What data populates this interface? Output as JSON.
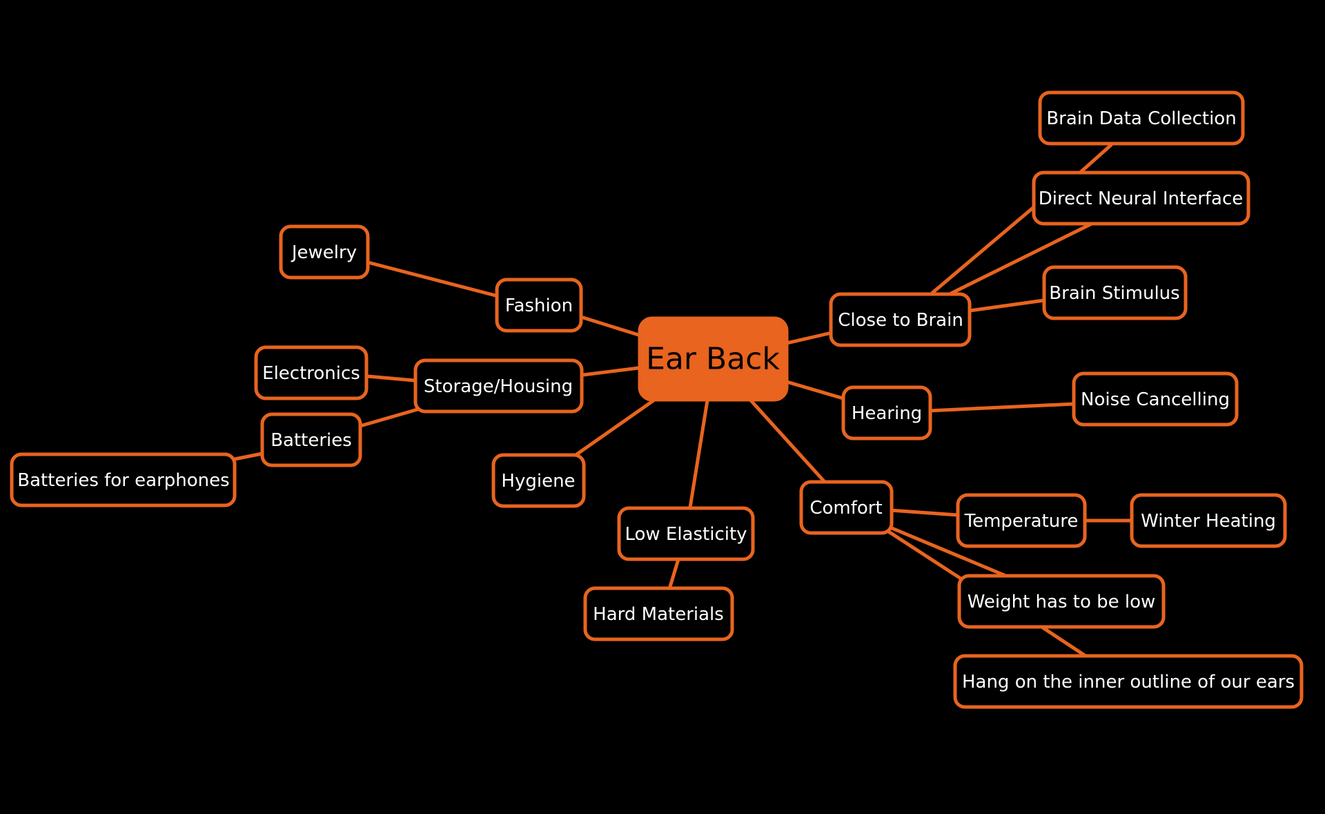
{
  "colors": {
    "background": "#000000",
    "accent": "#E8641F",
    "node_fill": "#000000",
    "node_text": "#FFFFFF",
    "root_text": "#000000"
  },
  "diagram": {
    "root": "Ear Back",
    "nodes": {
      "fashion": "Fashion",
      "jewelry": "Jewelry",
      "storage": "Storage/Housing",
      "electronics": "Electronics",
      "batteries": "Batteries",
      "batteries_earphones": "Batteries for earphones",
      "hygiene": "Hygiene",
      "low_elasticity": "Low Elasticity",
      "hard_materials": "Hard Materials",
      "close_to_brain": "Close to Brain",
      "brain_data": "Brain Data Collection",
      "neural_interface": "Direct Neural Interface",
      "brain_stimulus": "Brain Stimulus",
      "hearing": "Hearing",
      "noise_cancelling": "Noise Cancelling",
      "comfort": "Comfort",
      "temperature": "Temperature",
      "winter_heating": "Winter Heating",
      "weight": "Weight has to be low",
      "hang": "Hang on the inner outline of our ears"
    },
    "edges": [
      [
        "root",
        "fashion"
      ],
      [
        "fashion",
        "jewelry"
      ],
      [
        "root",
        "storage"
      ],
      [
        "storage",
        "electronics"
      ],
      [
        "storage",
        "batteries"
      ],
      [
        "batteries",
        "batteries_earphones"
      ],
      [
        "root",
        "hygiene"
      ],
      [
        "root",
        "low_elasticity"
      ],
      [
        "low_elasticity",
        "hard_materials"
      ],
      [
        "root",
        "close_to_brain"
      ],
      [
        "close_to_brain",
        "neural_interface"
      ],
      [
        "close_to_brain",
        "neural_interface"
      ],
      [
        "neural_interface",
        "brain_data"
      ],
      [
        "close_to_brain",
        "brain_stimulus"
      ],
      [
        "root",
        "hearing"
      ],
      [
        "hearing",
        "noise_cancelling"
      ],
      [
        "root",
        "comfort"
      ],
      [
        "comfort",
        "temperature"
      ],
      [
        "temperature",
        "winter_heating"
      ],
      [
        "comfort",
        "weight"
      ],
      [
        "comfort",
        "weight"
      ],
      [
        "weight",
        "hang"
      ]
    ]
  }
}
